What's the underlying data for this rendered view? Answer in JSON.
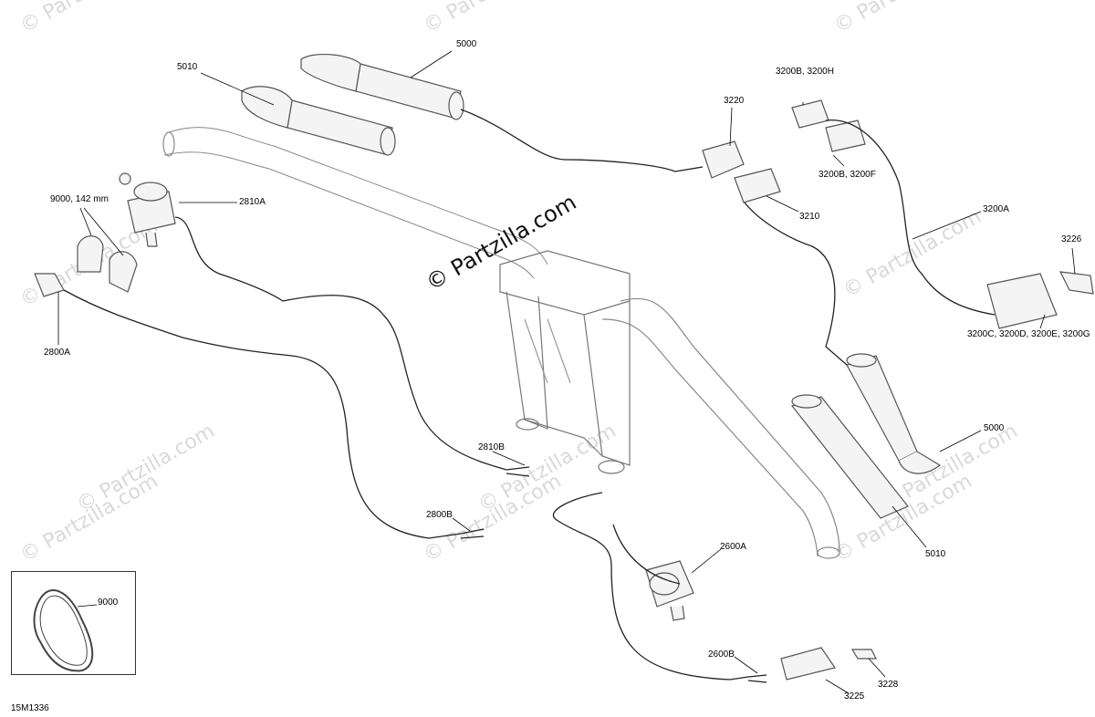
{
  "watermark": {
    "corner_text": "© Partzilla.com",
    "center_text": "© Partzilla.com"
  },
  "drawing_code": "15M1336",
  "callouts": [
    {
      "id": "c5000a",
      "text": "5000"
    },
    {
      "id": "c5010a",
      "text": "5010"
    },
    {
      "id": "c9000a",
      "text": "9000, 142 mm"
    },
    {
      "id": "c2810a",
      "text": "2810A"
    },
    {
      "id": "c2800a",
      "text": "2800A"
    },
    {
      "id": "c3220",
      "text": "3220"
    },
    {
      "id": "c3200bh",
      "text": "3200B, 3200H"
    },
    {
      "id": "c3200bf",
      "text": "3200B, 3200F"
    },
    {
      "id": "c3210",
      "text": "3210"
    },
    {
      "id": "c3200a",
      "text": "3200A"
    },
    {
      "id": "c3226",
      "text": "3226"
    },
    {
      "id": "c3200cg",
      "text": "3200C, 3200D, 3200E, 3200G"
    },
    {
      "id": "c5000b",
      "text": "5000"
    },
    {
      "id": "c5010b",
      "text": "5010"
    },
    {
      "id": "c2810b",
      "text": "2810B"
    },
    {
      "id": "c2800b",
      "text": "2800B"
    },
    {
      "id": "c2600a",
      "text": "2600A"
    },
    {
      "id": "c2600b",
      "text": "2600B"
    },
    {
      "id": "c3225",
      "text": "3225"
    },
    {
      "id": "c3228",
      "text": "3228"
    },
    {
      "id": "c9000b",
      "text": "9000"
    }
  ],
  "colors": {
    "line": "#222222",
    "part_fill": "#f4f4f4",
    "part_stroke": "#555555",
    "watermark": "#d9d9d9"
  }
}
